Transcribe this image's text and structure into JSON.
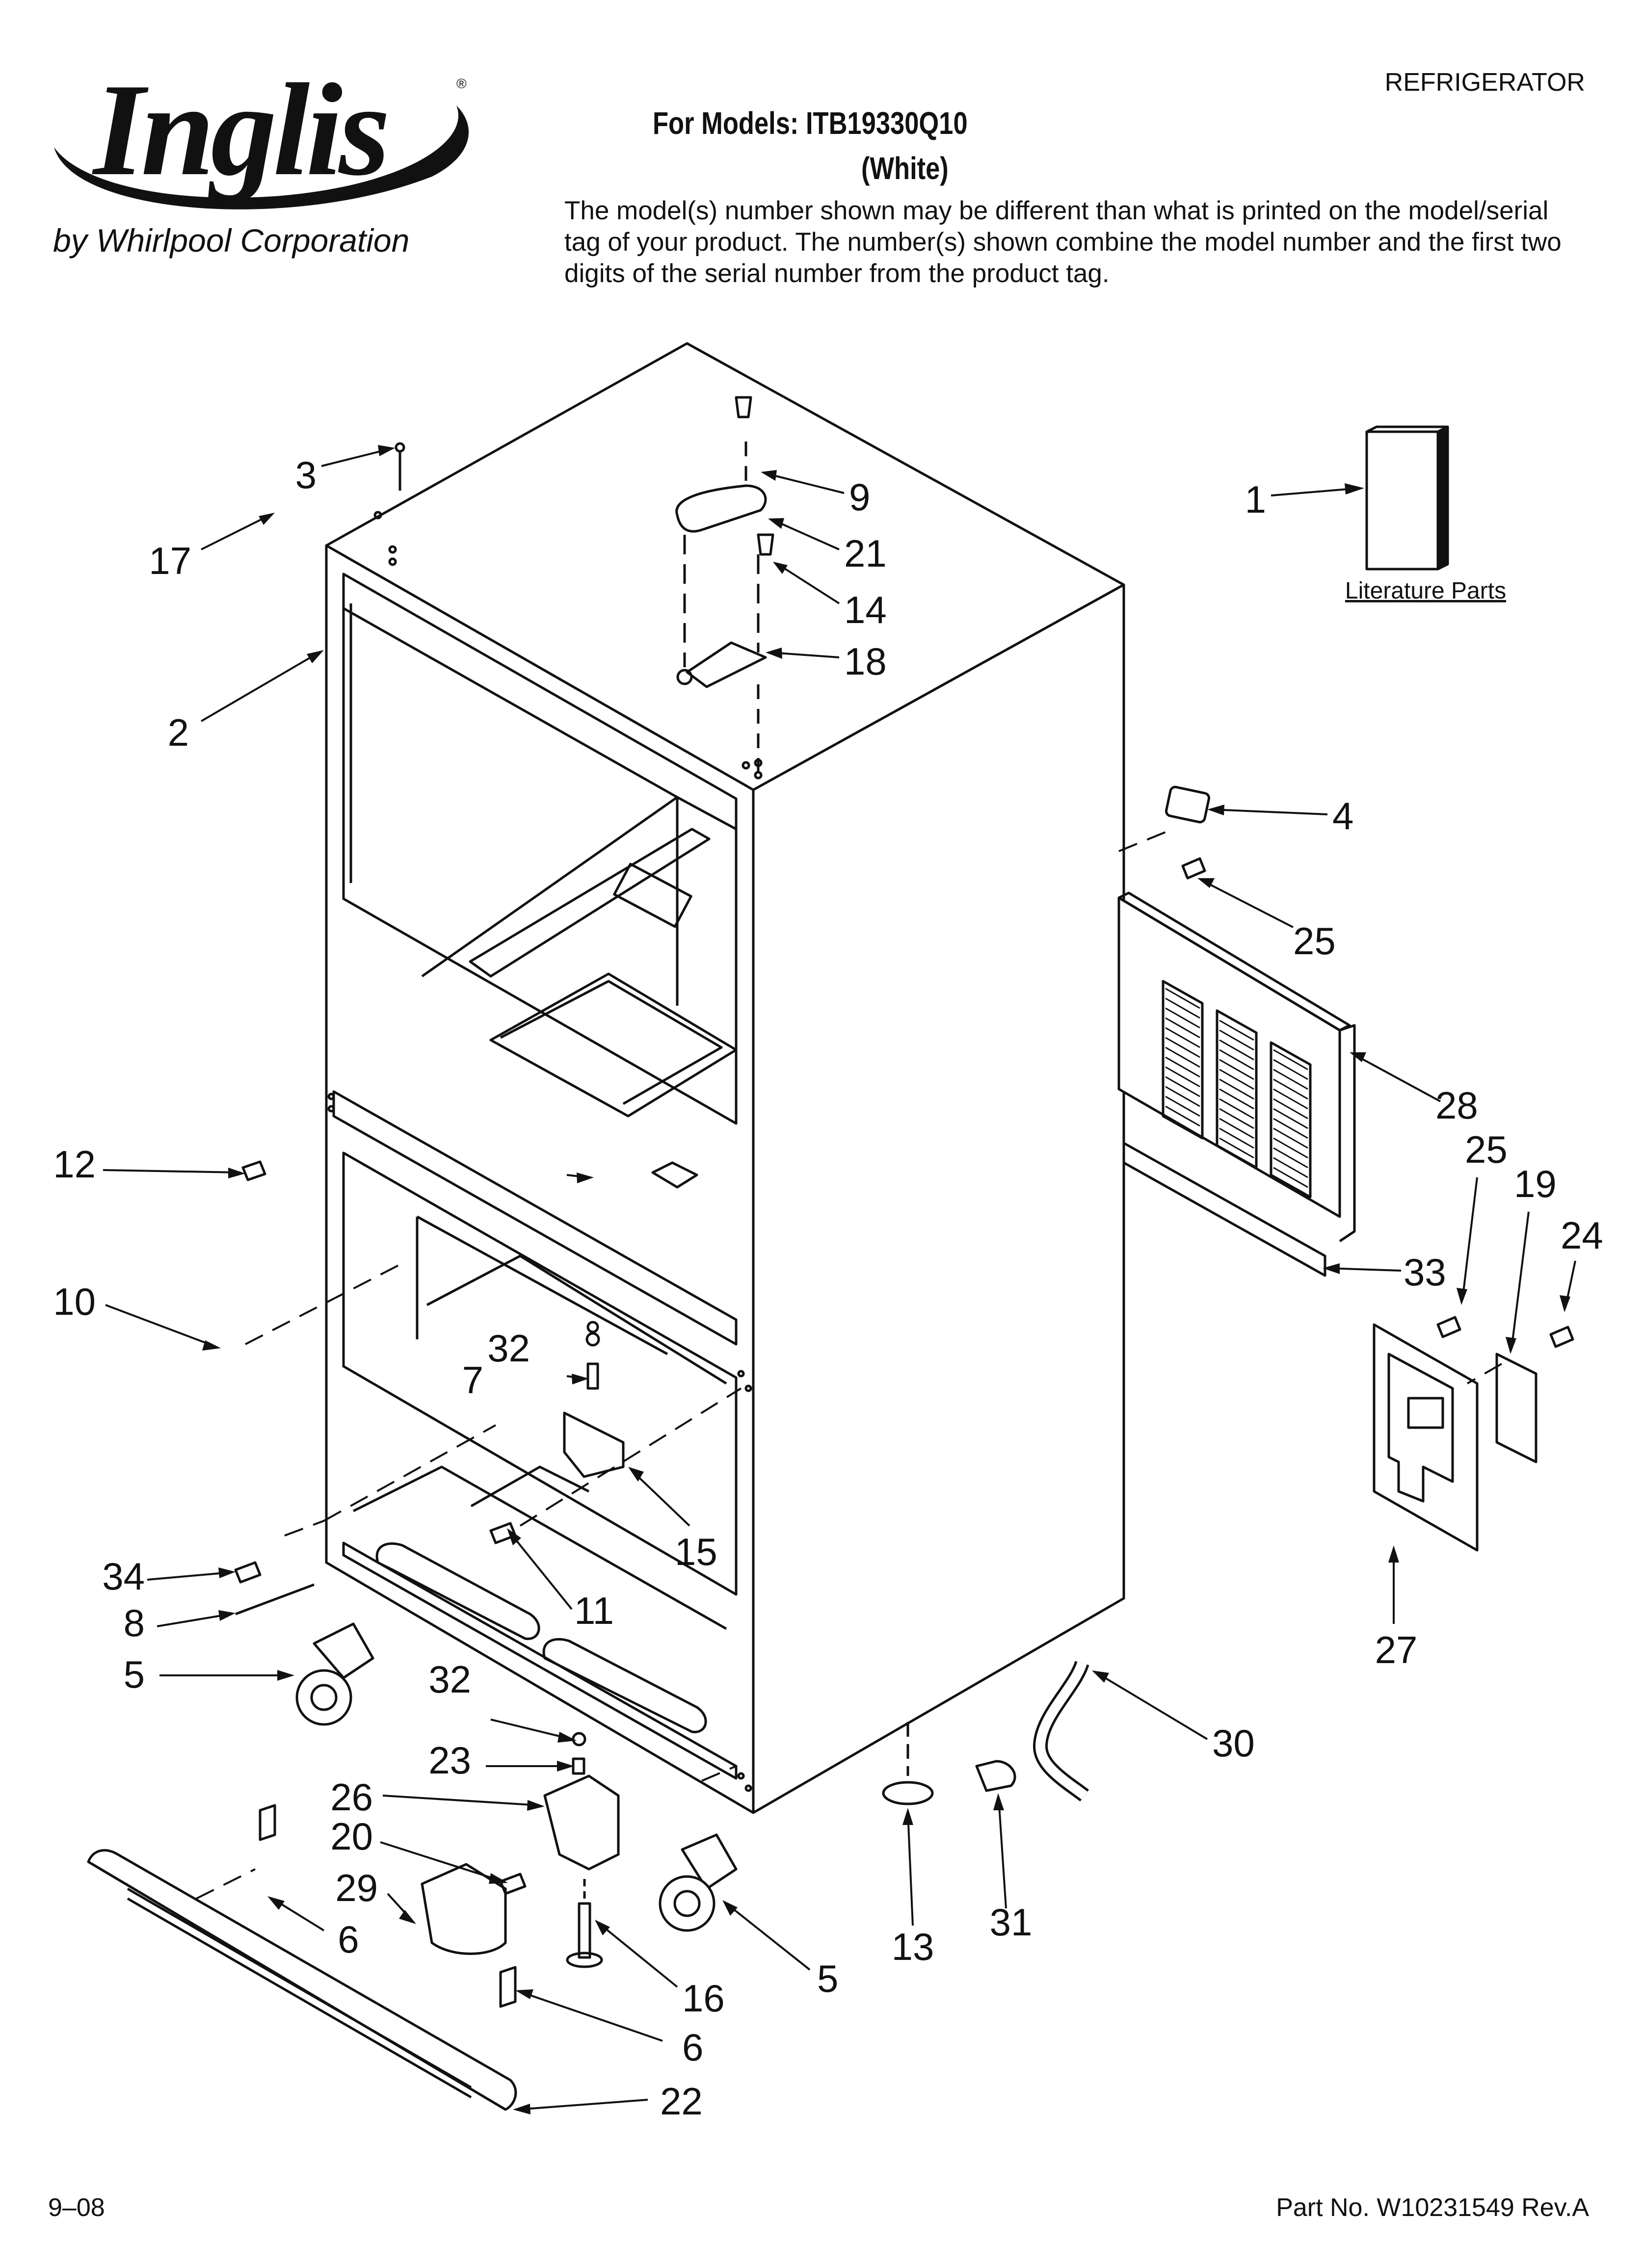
{
  "header": {
    "brand": "Inglis",
    "brand_subtitle": "by Whirlpool Corporation",
    "category": "REFRIGERATOR",
    "models_line": "For Models: ITB19330Q10",
    "color_line": "(White)",
    "disclaimer": "The model(s) number shown may be different than what is printed on the model/serial tag of your product. The number(s) shown combine the model number and the first two digits of the serial number from the product tag."
  },
  "literature_label": "Literature Parts",
  "callouts": {
    "c1": "1",
    "c2": "2",
    "c3": "3",
    "c4": "4",
    "c5a": "5",
    "c5b": "5",
    "c6a": "6",
    "c6b": "6",
    "c7": "7",
    "c8": "8",
    "c9": "9",
    "c10": "10",
    "c11": "11",
    "c12": "12",
    "c13": "13",
    "c14": "14",
    "c15": "15",
    "c16": "16",
    "c17": "17",
    "c18": "18",
    "c19": "19",
    "c20": "20",
    "c21": "21",
    "c22": "22",
    "c23": "23",
    "c24": "24",
    "c25a": "25",
    "c25b": "25",
    "c26": "26",
    "c27": "27",
    "c28": "28",
    "c29": "29",
    "c30": "30",
    "c31": "31",
    "c32a": "32",
    "c32b": "32",
    "c33": "33",
    "c34": "34"
  },
  "footer": {
    "date": "9–08",
    "part_number": "Part No. W10231549 Rev.A"
  }
}
